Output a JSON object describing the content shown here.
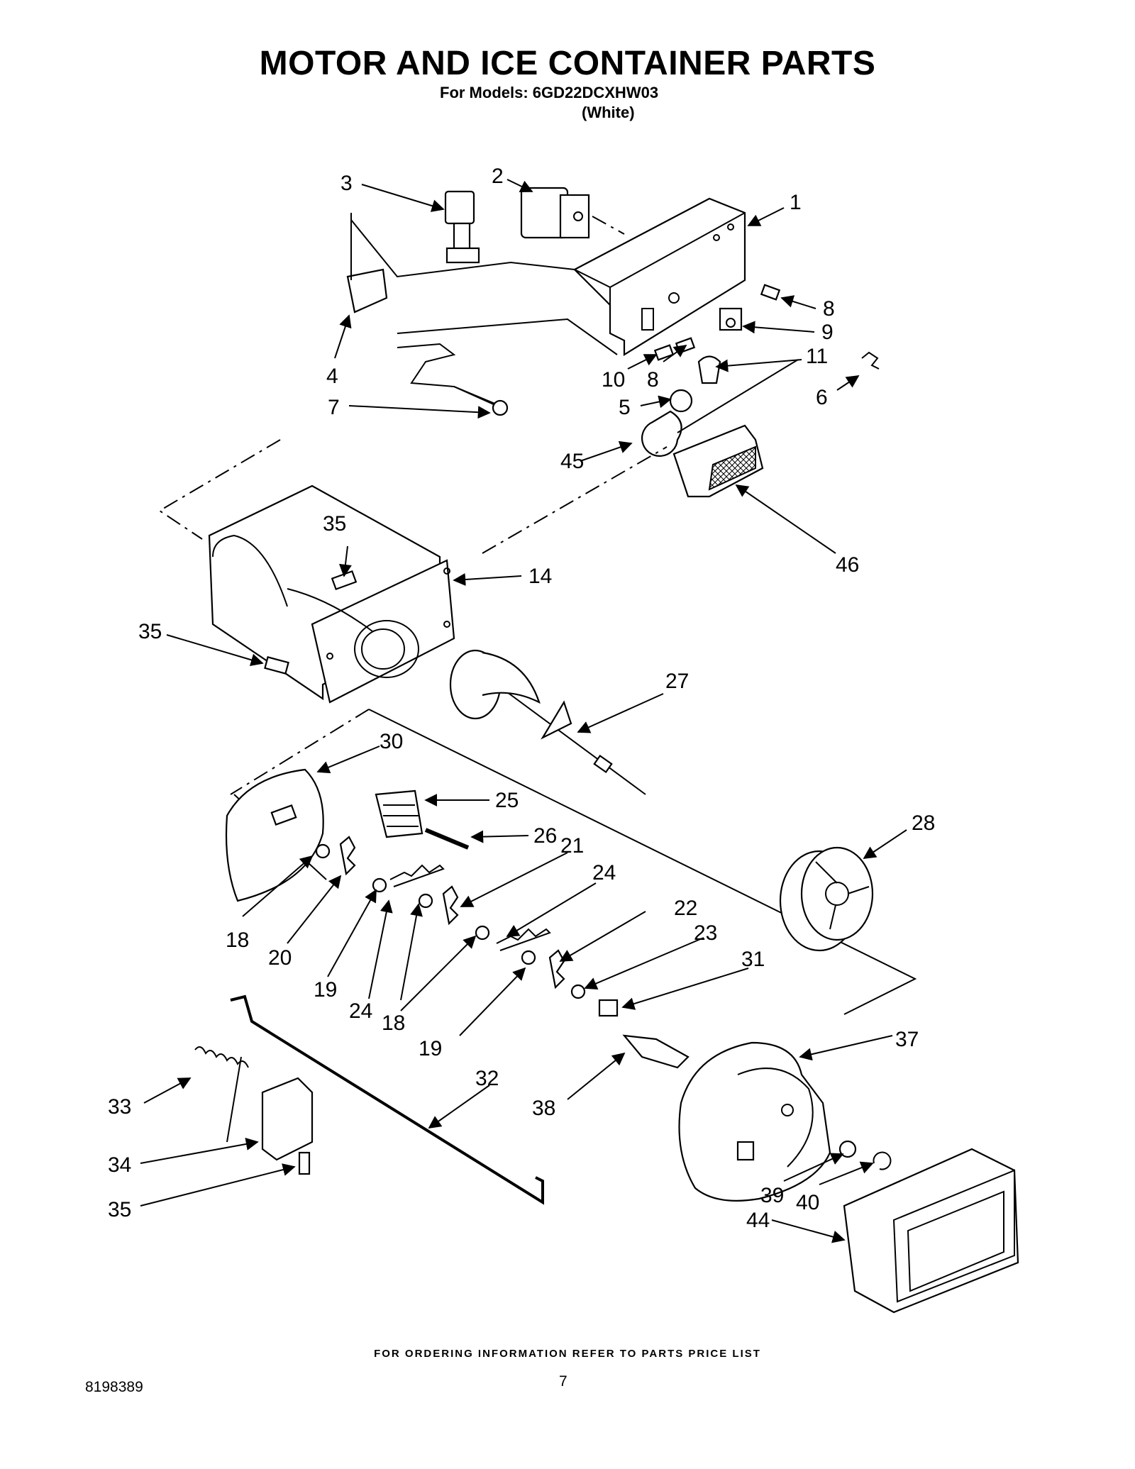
{
  "header": {
    "title": "MOTOR AND ICE CONTAINER PARTS",
    "models_line": "For Models: 6GD22DCXHW03",
    "color_line": "(White)"
  },
  "diagram": {
    "callouts": [
      "1",
      "2",
      "3",
      "4",
      "5",
      "6",
      "7",
      "8",
      "8",
      "9",
      "10",
      "11",
      "14",
      "18",
      "18",
      "19",
      "19",
      "20",
      "21",
      "22",
      "23",
      "24",
      "24",
      "25",
      "26",
      "27",
      "28",
      "30",
      "31",
      "32",
      "33",
      "34",
      "35",
      "35",
      "35",
      "37",
      "38",
      "39",
      "40",
      "44",
      "45",
      "46"
    ]
  },
  "footer": {
    "ordering_note": "FOR ORDERING INFORMATION REFER TO PARTS PRICE LIST",
    "document_number": "8198389",
    "page_number": "7"
  }
}
